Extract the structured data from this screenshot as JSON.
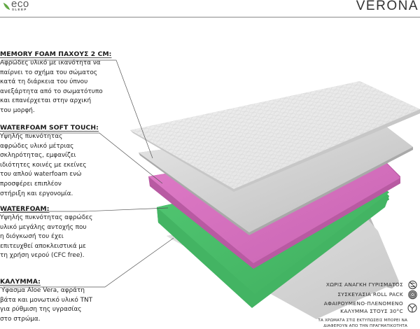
{
  "header": {
    "logo": {
      "word": "eco",
      "subword": "SLEEP",
      "icon": "leaf-icon",
      "accent": "#6ab04c"
    },
    "title": "VERONA"
  },
  "layers": [
    {
      "name": "memory-foam",
      "color": "#d4d4d4"
    },
    {
      "name": "waterfoam-soft-touch",
      "color": "#d070b8"
    },
    {
      "name": "waterfoam",
      "color": "#4cbf6a"
    },
    {
      "name": "cover",
      "color": "#d0d0d0"
    }
  ],
  "callouts": [
    {
      "title": "MEMORY FOAM ΠΑΧΟΥΣ 2 CM:",
      "text": "Αφρώδες υλικό με ικανότητα να\nπαίρνει το σχήμα του σώματος\nκατά τη διάρκεια του ύπνου\nανεξάρτητα από το σωματότυπο\nκαι επανέρχεται στην αρχική\nτου μορφή."
    },
    {
      "title": "WATERFOAM SOFT TOUCH:",
      "text": "Υψηλής πυκνότητας\nαφρώδες υλικό μέτριας\nσκληρότητας, εμφανίζει\nιδιότητες κοινές με εκείνες\nτου απλού waterfoam ενώ\nπροσφέρει επιπλέον\nστήριξη και εργονομία."
    },
    {
      "title": "WATERFOAM:",
      "text": "Υψηλής πυκνότητας αφρώδες\nυλικό μεγάλης αντοχής που\nη διόγκωσή  του έχει\nεπιτευχθεί αποκλειστικά με\nτη χρήση νερού (CFC free)."
    },
    {
      "title": "ΚΑΛΥΜΜΑ:",
      "text": "Ύφασμα Aloe Vera, αφράτη\nβάτα και μονωτικό υλικό TNT\nγια ρύθμιση της υγρασίας\nστο στρώμα."
    }
  ],
  "features": [
    {
      "label": "ΧΩΡΙΣ ΑΝΑΓΚΗ ΓΥΡΙΣΜΑΤΟΣ",
      "icon": "no-flip-icon"
    },
    {
      "label": "ΣΥΣΚΕΥΑΣΙΑ ROLL PACK",
      "icon": "roll-pack-icon"
    },
    {
      "label": "ΑΦΑΙΡΟΥΜΕΝΟ-ΠΛΕΝΟΜΕΝΟ",
      "label2": "ΚΑΛΥΜΜΑ ΣΤΟΥΣ 30°C",
      "icon": "removable-cover-icon"
    }
  ],
  "disclaimer": {
    "line1": "ΤΑ ΧΡΩΜΑΤΑ ΣΤΙΣ ΕΚΤΥΠΩΣΕΙΣ ΜΠΟΡΕΙ ΝΑ",
    "line2": "ΔΙΑΦΕΡΟΥΝ ΑΠΟ ΤΗΝ ΠΡΑΓΜΑΤΙΚΟΤΗΤΑ"
  }
}
